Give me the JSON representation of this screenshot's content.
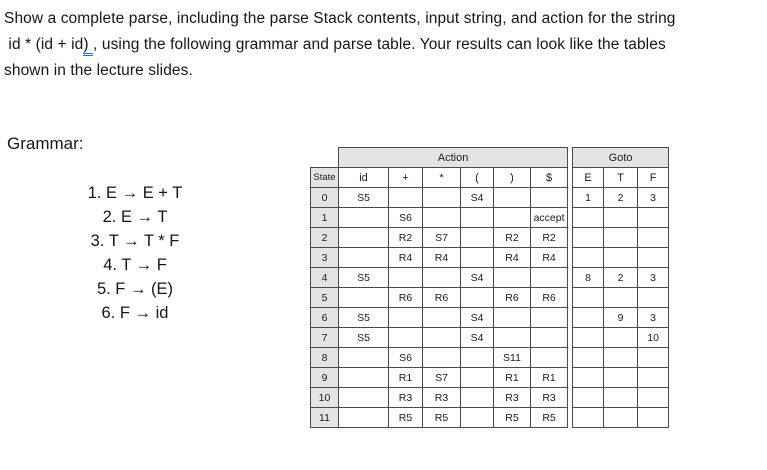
{
  "intro": {
    "line1": "Show a complete parse, including the parse Stack contents, input string, and action for the string",
    "line2_before": " id * (id + id",
    "line2_flagged": ") ",
    "line2_after": ", using the following grammar and parse table. Your results can look like the tables",
    "line3": "shown in the lecture slides."
  },
  "grammar": {
    "label": "Grammar:",
    "rules": [
      "1. E → E + T",
      "2. E → T",
      "3. T → T * F",
      "4. T → F",
      "5. F → (E)",
      "6. F → id"
    ]
  },
  "parse_table": {
    "action_header": "Action",
    "goto_header": "Goto",
    "state_header": "State",
    "terminals": [
      "id",
      "+",
      "*",
      "(",
      ")",
      "$"
    ],
    "nonterminals": [
      "E",
      "T",
      "F"
    ],
    "rows": [
      {
        "state": "0",
        "action": [
          "S5",
          "",
          "",
          "S4",
          "",
          ""
        ],
        "goto": [
          "1",
          "2",
          "3"
        ]
      },
      {
        "state": "1",
        "action": [
          "",
          "S6",
          "",
          "",
          "",
          "accept"
        ],
        "goto": [
          "",
          "",
          ""
        ]
      },
      {
        "state": "2",
        "action": [
          "",
          "R2",
          "S7",
          "",
          "R2",
          "R2"
        ],
        "goto": [
          "",
          "",
          ""
        ]
      },
      {
        "state": "3",
        "action": [
          "",
          "R4",
          "R4",
          "",
          "R4",
          "R4"
        ],
        "goto": [
          "",
          "",
          ""
        ]
      },
      {
        "state": "4",
        "action": [
          "S5",
          "",
          "",
          "S4",
          "",
          ""
        ],
        "goto": [
          "8",
          "2",
          "3"
        ]
      },
      {
        "state": "5",
        "action": [
          "",
          "R6",
          "R6",
          "",
          "R6",
          "R6"
        ],
        "goto": [
          "",
          "",
          ""
        ]
      },
      {
        "state": "6",
        "action": [
          "S5",
          "",
          "",
          "S4",
          "",
          ""
        ],
        "goto": [
          "",
          "9",
          "3"
        ]
      },
      {
        "state": "7",
        "action": [
          "S5",
          "",
          "",
          "S4",
          "",
          ""
        ],
        "goto": [
          "",
          "",
          "10"
        ]
      },
      {
        "state": "8",
        "action": [
          "",
          "S6",
          "",
          "",
          "S11",
          ""
        ],
        "goto": [
          "",
          "",
          ""
        ]
      },
      {
        "state": "9",
        "action": [
          "",
          "R1",
          "S7",
          "",
          "R1",
          "R1"
        ],
        "goto": [
          "",
          "",
          ""
        ]
      },
      {
        "state": "10",
        "action": [
          "",
          "R3",
          "R3",
          "",
          "R3",
          "R3"
        ],
        "goto": [
          "",
          "",
          ""
        ]
      },
      {
        "state": "11",
        "action": [
          "",
          "R5",
          "R5",
          "",
          "R5",
          "R5"
        ],
        "goto": [
          "",
          "",
          ""
        ]
      }
    ]
  },
  "colors": {
    "table_header_fill": "#e4e4e4",
    "table_border": "#4a4a4a",
    "proofing_underline": "#2e75b6"
  }
}
